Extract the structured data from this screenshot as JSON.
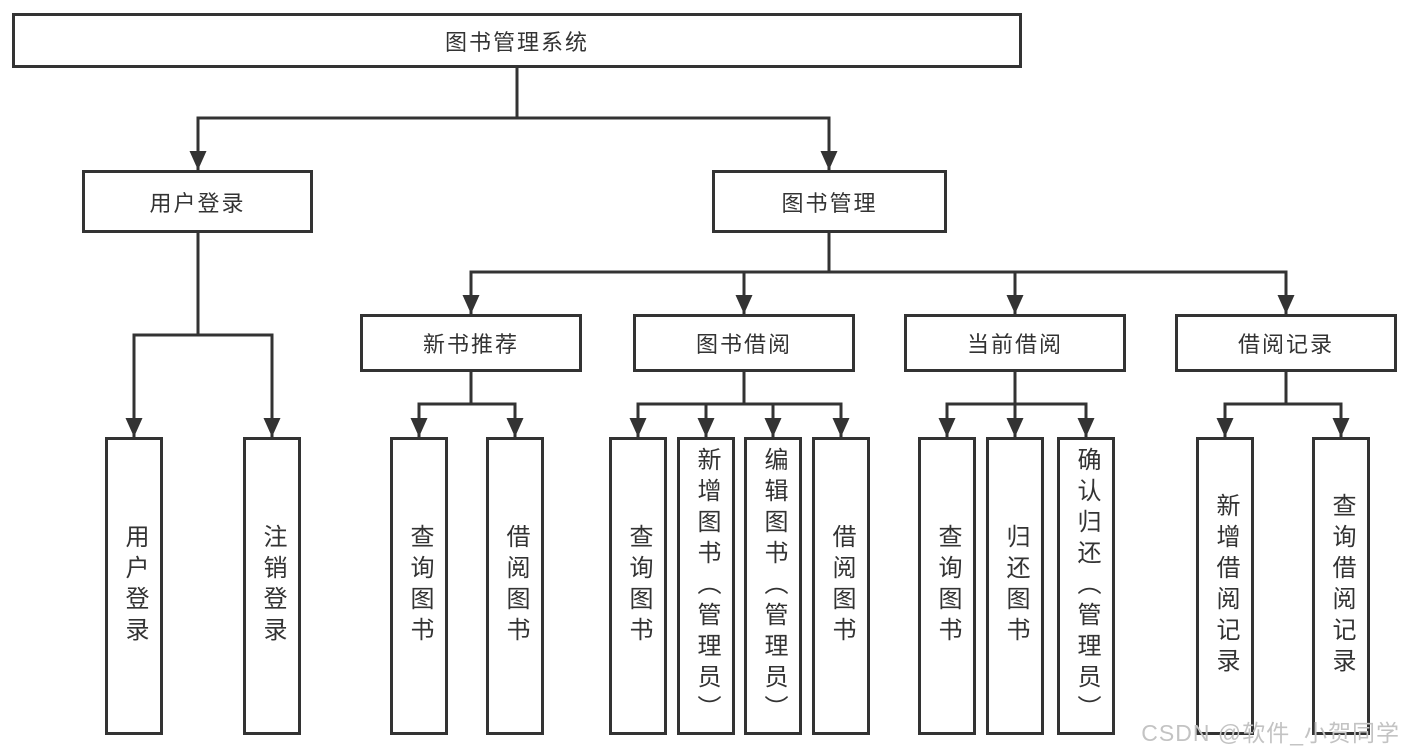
{
  "page": {
    "background": "#ffffff",
    "line_color": "#333333",
    "text_color": "#333333",
    "watermark_color": "#c3c3c3"
  },
  "watermark": "CSDN @软件_小贺同学",
  "tree": {
    "root": "图书管理系统",
    "level2": [
      "用户登录",
      "图书管理"
    ],
    "level3": [
      "新书推荐",
      "图书借阅",
      "当前借阅",
      "借阅记录"
    ],
    "leaves": [
      "用户登录",
      "注销登录",
      "查询图书",
      "借阅图书",
      "查询图书",
      "新增图书（管理员）",
      "编辑图书（管理员）",
      "借阅图书",
      "查询图书",
      "归还图书",
      "确认归还（管理员）",
      "新增借阅记录",
      "查询借阅记录"
    ]
  },
  "hierarchy": {
    "图书管理系统": {
      "用户登录": [
        "用户登录",
        "注销登录"
      ],
      "图书管理": {
        "新书推荐": [
          "查询图书",
          "借阅图书"
        ],
        "图书借阅": [
          "查询图书",
          "新增图书（管理员）",
          "编辑图书（管理员）",
          "借阅图书"
        ],
        "当前借阅": [
          "查询图书",
          "归还图书",
          "确认归还（管理员）"
        ],
        "借阅记录": [
          "新增借阅记录",
          "查询借阅记录"
        ]
      }
    }
  }
}
